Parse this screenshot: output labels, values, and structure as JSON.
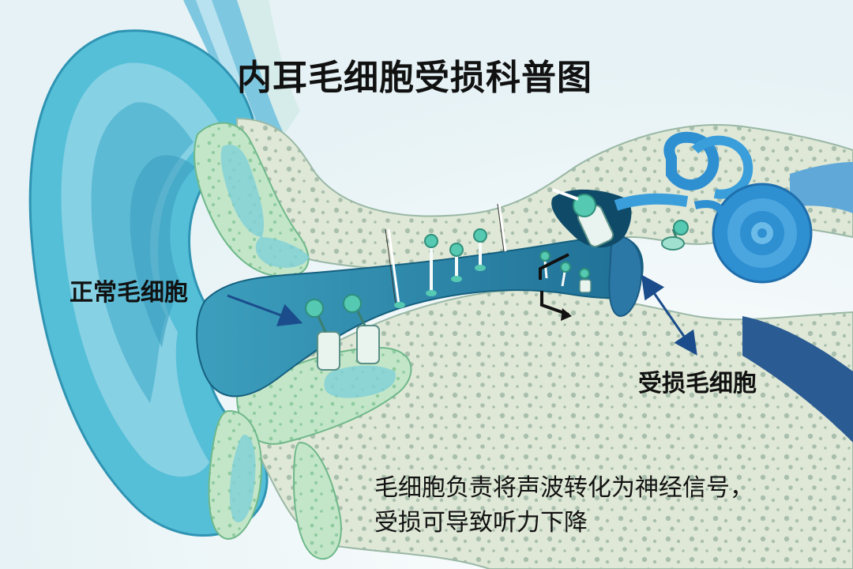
{
  "title": "内耳毛细胞受损科普图",
  "labels": {
    "normal": "正常毛细胞",
    "damaged": "受损毛细胞"
  },
  "caption": {
    "line1": "毛细胞负责将声波转化为神经信号，",
    "line2": "受损可导致听力下降"
  },
  "colors": {
    "background": "#eef6f8",
    "outer_ear": "#4fbcd6",
    "canal": "#1f7f9f",
    "bone": "#dde7d6",
    "tissue": "#bfe3c4",
    "cochlea": "#2e8fd1",
    "hair_cell": "#55c9b1",
    "arrow": "#1b4d8c"
  }
}
